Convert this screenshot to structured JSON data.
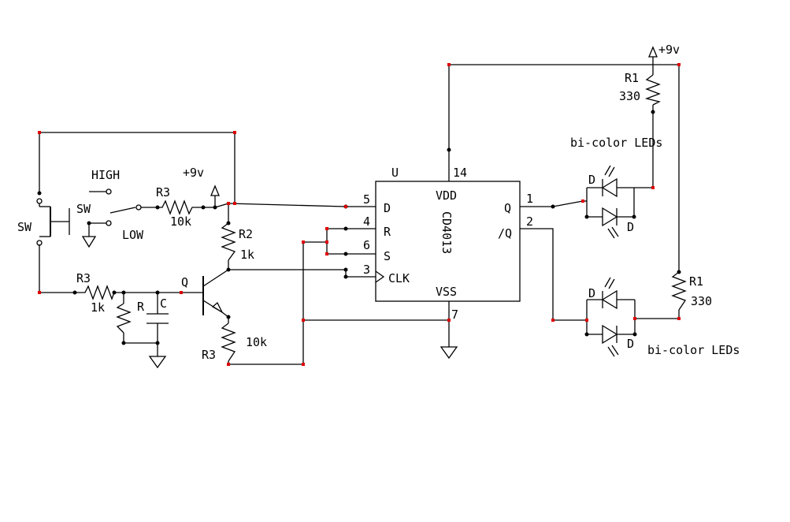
{
  "colors": {
    "wire": "#000000",
    "node_marker": "#e00000",
    "background": "#ffffff"
  },
  "labels": {
    "sw_push": "SW",
    "sw_toggle": "SW",
    "high": "HIGH",
    "low": "LOW",
    "r3_top_name": "R3",
    "r3_top_value": "10k",
    "vcc_left": "+9v",
    "r2_name": "R2",
    "r2_value": "1k",
    "q_name": "Q",
    "r3_left_name": "R3",
    "r3_left_value": "1k",
    "r_name": "R",
    "c_name": "C",
    "r3_bottom_name": "R3",
    "r3_bottom_value": "10k",
    "ic_ref": "U",
    "ic_name": "CD4013",
    "ic_vdd": "VDD",
    "ic_vss": "VSS",
    "pin_d": "D",
    "pin_r": "R",
    "pin_s": "S",
    "pin_clk": "CLK",
    "pin_q": "Q",
    "pin_nq": "/Q",
    "pin_5": "5",
    "pin_4": "4",
    "pin_6": "6",
    "pin_3": "3",
    "pin_14": "14",
    "pin_7": "7",
    "pin_1": "1",
    "pin_2": "2",
    "vcc_right": "+9v",
    "r1_top_name": "R1",
    "r1_top_value": "330",
    "bicolor_top": "bi-color LEDs",
    "r1_bottom_name": "R1",
    "r1_bottom_value": "330",
    "bicolor_bottom": "bi-color LEDs",
    "led_d1": "D",
    "led_d2": "D",
    "led_d3": "D",
    "led_d4": "D"
  }
}
